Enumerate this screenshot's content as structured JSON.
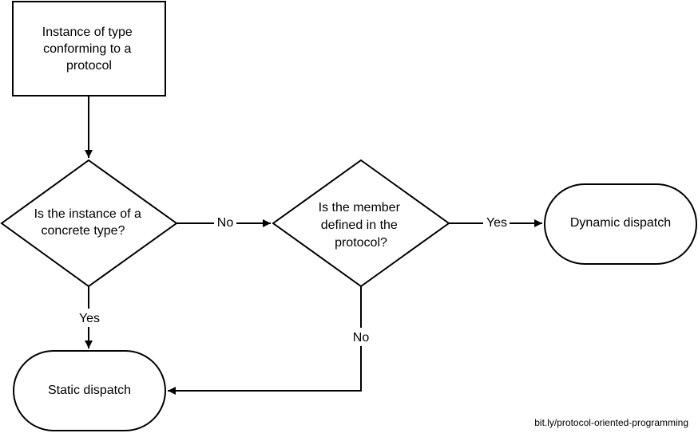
{
  "nodes": {
    "start": {
      "lines": [
        "Instance of type",
        "conforming to a",
        "protocol"
      ]
    },
    "concrete_decision": {
      "lines": [
        "Is the instance of a",
        "concrete type?"
      ]
    },
    "member_decision": {
      "lines": [
        "Is the member",
        "defined in the",
        "protocol?"
      ]
    },
    "dynamic": {
      "lines": [
        "Dynamic dispatch"
      ]
    },
    "static": {
      "lines": [
        "Static dispatch"
      ]
    }
  },
  "edges": {
    "concrete_no": "No",
    "member_yes": "Yes",
    "concrete_yes": "Yes",
    "member_no": "No"
  },
  "footer": "bit.ly/protocol-oriented-programming",
  "colors": {
    "stroke": "#000000",
    "fill": "#ffffff",
    "text": "#000000"
  }
}
